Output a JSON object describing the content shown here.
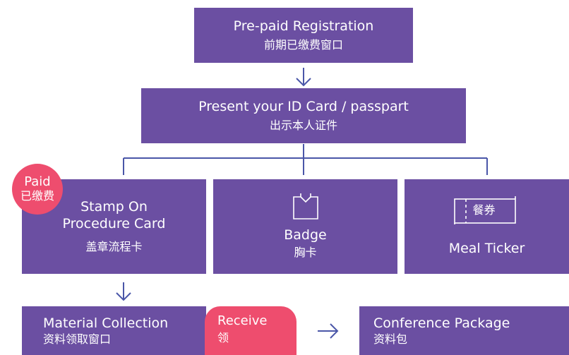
{
  "colors": {
    "box": "#6b4fa2",
    "badge": "#ee4d6e",
    "line": "#4a56a8"
  },
  "nodes": {
    "prepaid": {
      "en": "Pre-paid Registration",
      "zh": "前期已缴费窗口"
    },
    "present": {
      "en": "Present your ID Card / passpart",
      "zh": "出示本人证件"
    },
    "stamp": {
      "en1": "Stamp On",
      "en2": "Procedure Card",
      "zh": "盖章流程卡"
    },
    "badge": {
      "en": "Badge",
      "zh": "胸卡"
    },
    "meal": {
      "en": "Meal Ticker",
      "icon_text": "餐券"
    },
    "material": {
      "en": "Material Collection",
      "zh": "资料领取窗口"
    },
    "conference": {
      "en": "Conference Package",
      "zh": "资料包"
    }
  },
  "tags": {
    "paid": {
      "en": "Paid",
      "zh": "已缴费"
    },
    "receive": {
      "en": "Receive",
      "zh": "领"
    }
  },
  "icons": {
    "down_arrow": "arrow-down-icon",
    "right_arrow": "arrow-right-icon",
    "badge": "badge-icon",
    "ticket": "meal-ticket-icon"
  }
}
